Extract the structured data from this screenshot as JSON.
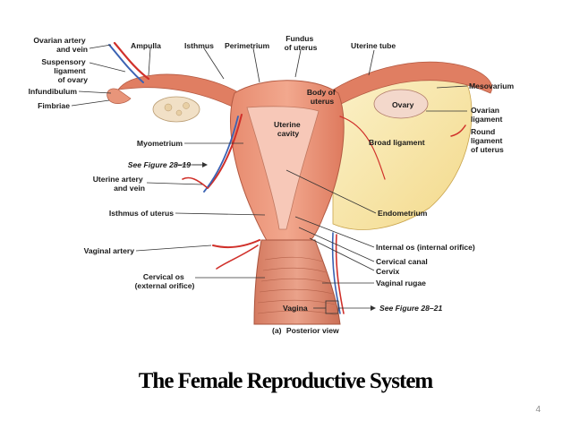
{
  "figure": {
    "labels": {
      "ovarian_artery_and_vein": [
        "Ovarian artery",
        "and vein"
      ],
      "ampulla": "Ampulla",
      "isthmus": "Isthmus",
      "perimetrium": "Perimetrium",
      "fundus_of_uterus": [
        "Fundus",
        "of uterus"
      ],
      "uterine_tube": "Uterine tube",
      "suspensory_ligament": [
        "Suspensory",
        "ligament",
        "of ovary"
      ],
      "infundibulum": "Infundibulum",
      "fimbriae": "Fimbriae",
      "mesovarium": "Mesovarium",
      "body_of_uterus": [
        "Body of",
        "uterus"
      ],
      "ovary": "Ovary",
      "ovarian_ligament": [
        "Ovarian",
        "ligament"
      ],
      "round_ligament": [
        "Round",
        "ligament",
        "of uterus"
      ],
      "uterine_cavity": [
        "Uterine",
        "cavity"
      ],
      "broad_ligament": "Broad ligament",
      "myometrium": "Myometrium",
      "see_figure_28_19": "See Figure 28–19",
      "uterine_artery_and_vein": [
        "Uterine artery",
        "and vein"
      ],
      "endometrium": "Endometrium",
      "isthmus_of_uterus": "Isthmus of uterus",
      "internal_os": "Internal os (internal orifice)",
      "vaginal_artery": "Vaginal artery",
      "cervical_canal": "Cervical canal",
      "cervix": "Cervix",
      "cervical_os": [
        "Cervical os",
        "(external orifice)"
      ],
      "vaginal_rugae": "Vaginal rugae",
      "vagina": "Vagina",
      "see_figure_28_21": "See Figure 28–21"
    },
    "caption_part": "(a)",
    "caption_text": "Posterior view",
    "colors": {
      "uterus_wall": "#e58f74",
      "myometrium": "#f0b09b",
      "endometrium": "#f3c2b6",
      "broad_ligament": "#f7e6a8",
      "artery": "#d0302a",
      "vein": "#3b62b3",
      "vagina": "#d9826a"
    }
  },
  "slide": {
    "title": "The Female Reproductive System",
    "page_number": "4"
  }
}
